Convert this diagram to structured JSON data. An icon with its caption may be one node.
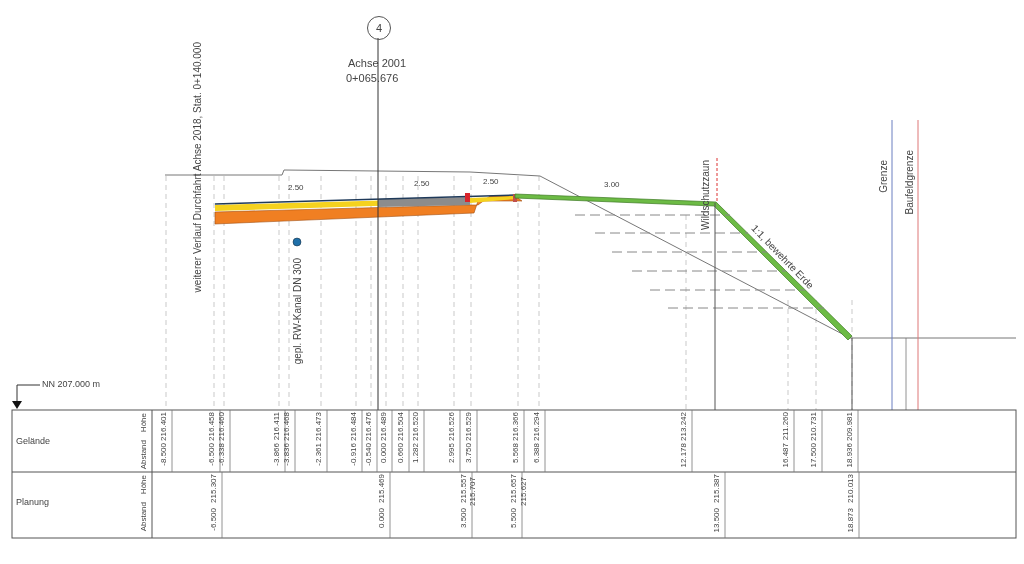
{
  "diagram": {
    "labels": [
      "4",
      "Achse 2001",
      "0+065.676",
      "weiterer Verlauf Durchfahrt Achse 2018, Stat. 0+140.000",
      "Wildschutzzaun",
      "Grenze",
      "Baufeldgrenze",
      "2.50",
      "2.50",
      "2.50",
      "3.00",
      "gepl. RW-Kanal DN 300",
      "1:1, bewehrte Erde",
      "NN 207.000 m",
      "Gelände",
      "Höhe",
      "Abstand",
      "216.401",
      "216.458",
      "216.460",
      "216.411",
      "216.468",
      "216.473",
      "216.484",
      "216.476",
      "216.489",
      "216.504",
      "216.520",
      "216.526",
      "216.529",
      "216.366",
      "216.294",
      "213.242",
      "211.260",
      "210.731",
      "209.981",
      "-8.500",
      "-6.500",
      "-6.338",
      "-3.866",
      "-3.836",
      "-2.361",
      "-0.916",
      "-0.540",
      "0.000",
      "0.660",
      "1.282",
      "2.995",
      "3.750",
      "5.568",
      "6.388",
      "12.178",
      "16.487",
      "17.500",
      "18.936",
      "Planung",
      "Höhe",
      "Abstand",
      "215.307",
      "215.469",
      "215.557",
      "215.707",
      "215.657",
      "215.627",
      "215.387",
      "210.013",
      "-6.500",
      "0.000",
      "3.500",
      "5.500",
      "13.500",
      "18.873"
    ]
  }
}
